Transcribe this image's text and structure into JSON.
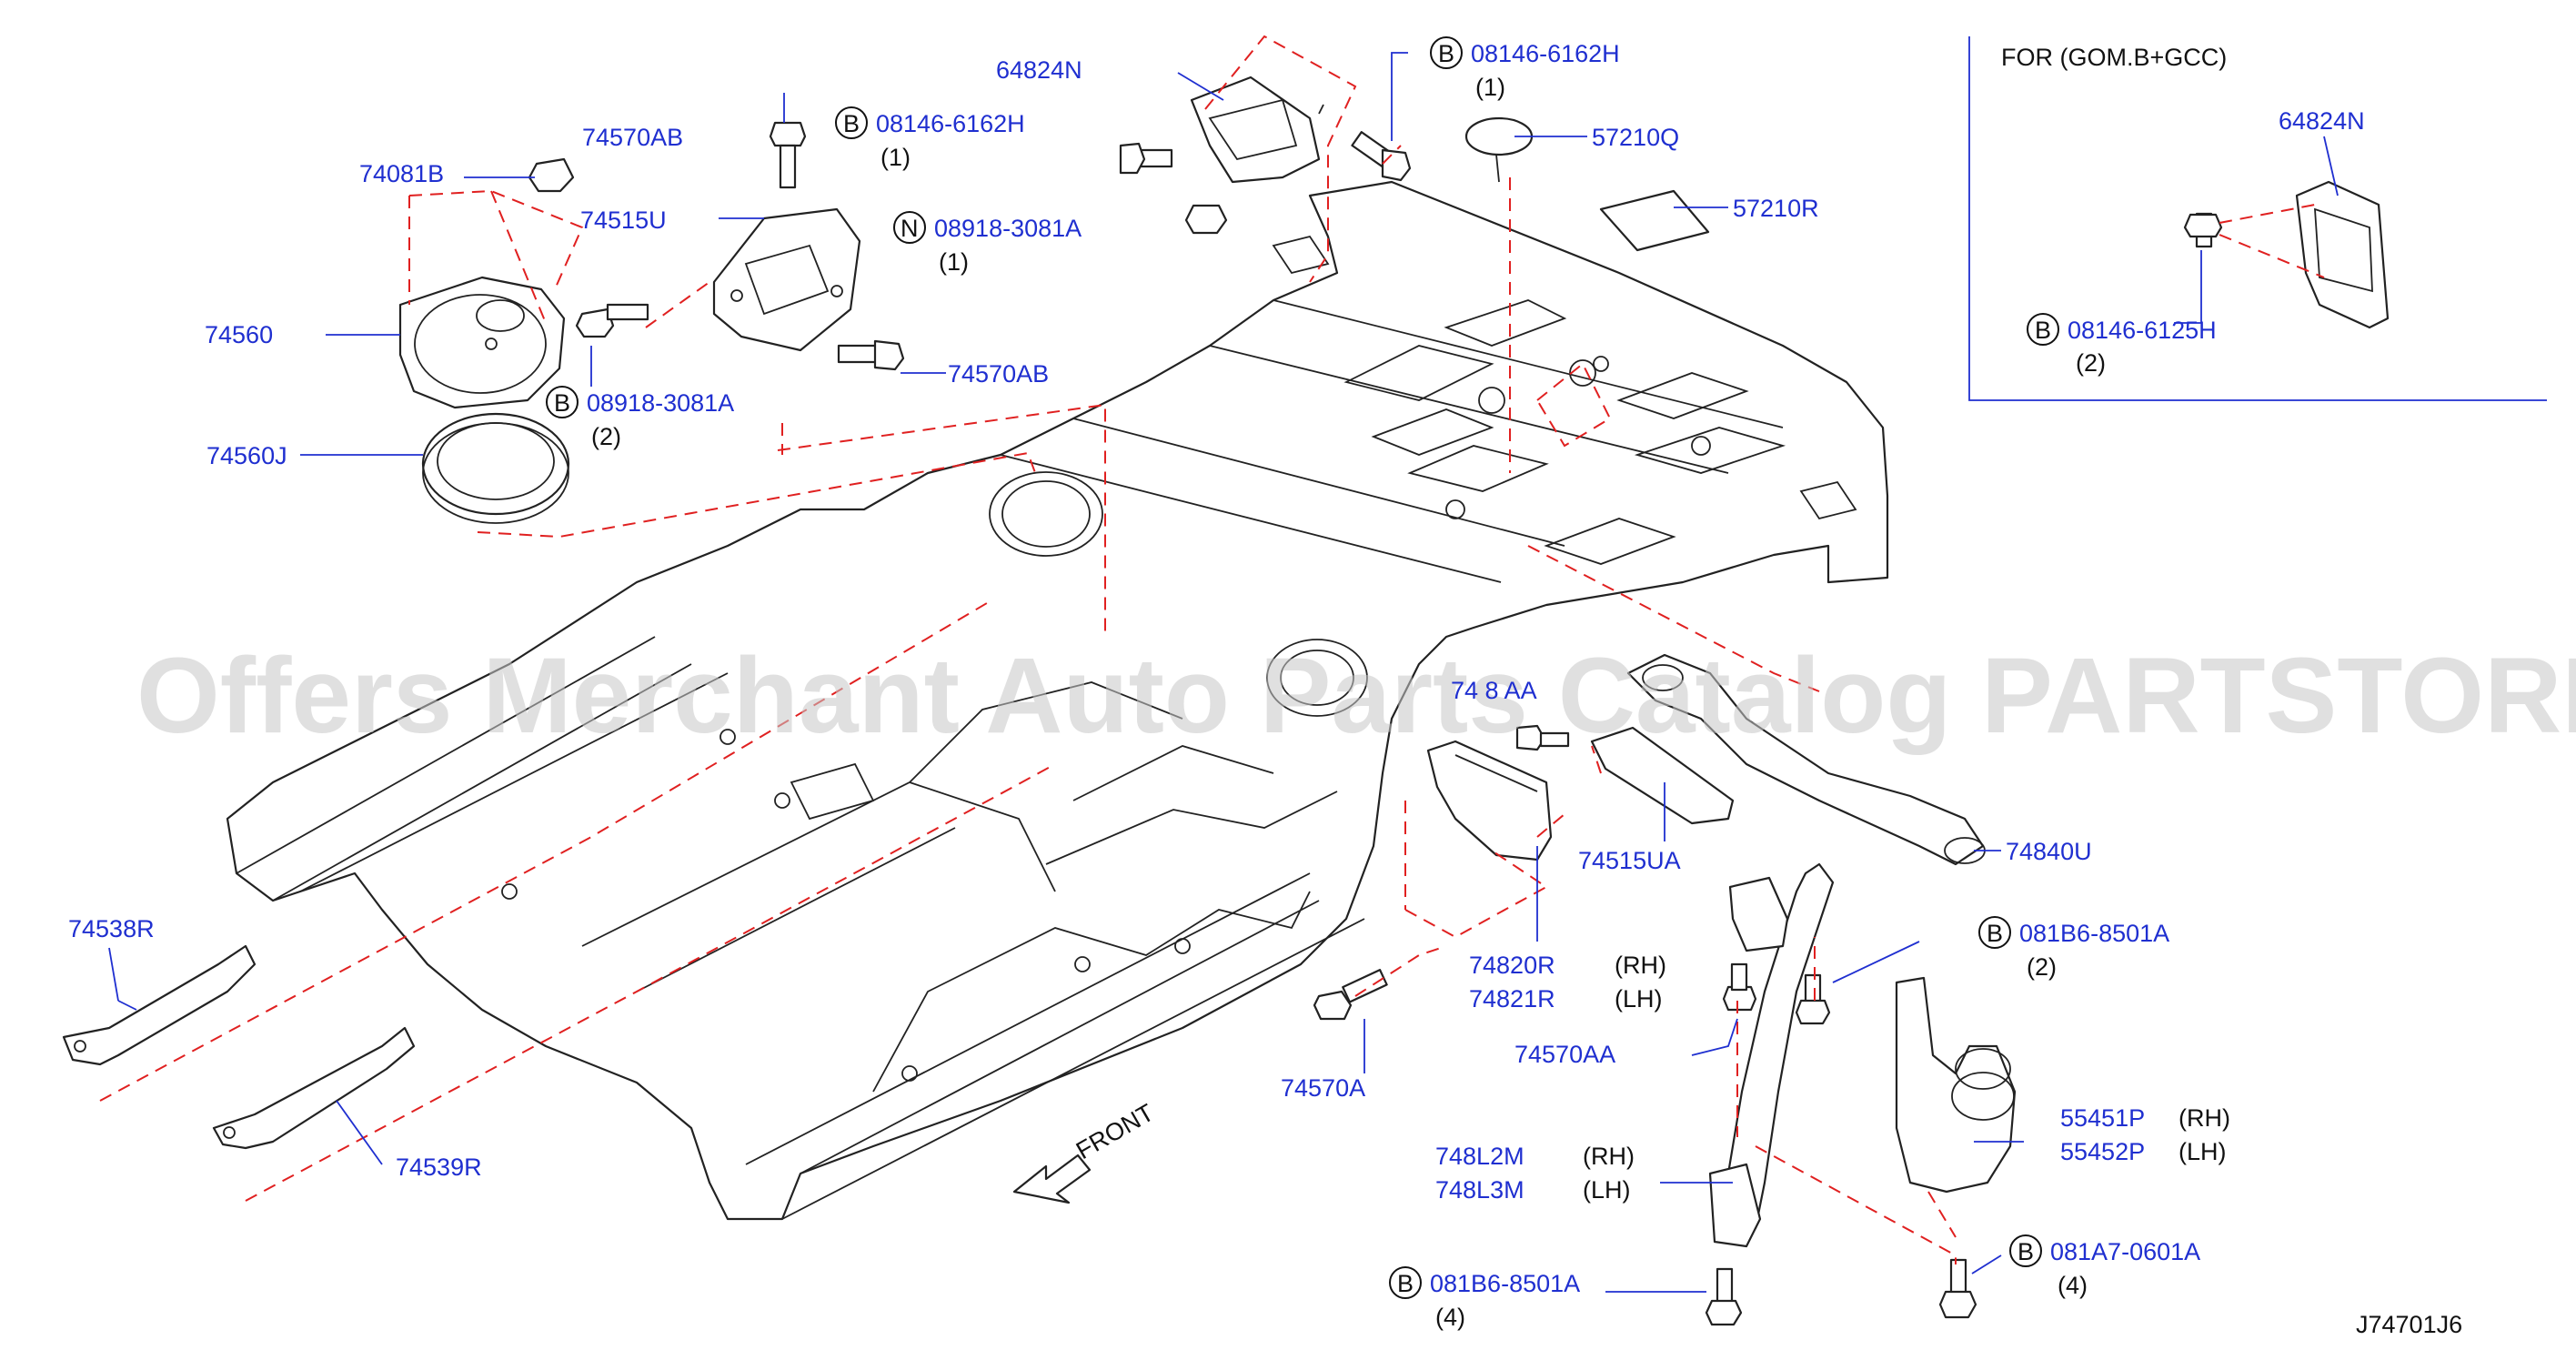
{
  "watermark": "Offers Merchant Auto Parts Catalog PARTSTORE.SA",
  "diagram_code": "J74701J6",
  "front_label": "FRONT",
  "inset": {
    "title": "FOR   (GOM.B+GCC)"
  },
  "parts": {
    "p74081B": "74081B",
    "p74570AB_top": "74570AB",
    "p74515U": "74515U",
    "p74560": "74560",
    "p74560J": "74560J",
    "p74570AB_mid": "74570AB",
    "p64824N": "64824N",
    "p57210Q": "57210Q",
    "p57210R": "57210R",
    "p74538R": "74538R",
    "p74539R": "74539R",
    "p74570A": "74570A",
    "p74820R": "74820R",
    "p74821R": "74821R",
    "p748xxAA": "74 8 AA",
    "p74515UA": "74515UA",
    "p74840U": "74840U",
    "p74570AA": "74570AA",
    "p748L2M": "748L2M",
    "p748L3M": "748L3M",
    "p55451P": "55451P",
    "p55452P": "55452P",
    "inset_64824N": "64824N"
  },
  "fasteners": {
    "f1": {
      "prefix": "B",
      "code": "08146-6162H",
      "qty": "(1)"
    },
    "f2": {
      "prefix": "N",
      "code": "08918-3081A",
      "qty": "(1)"
    },
    "f3": {
      "prefix": "B",
      "code": "08918-3081A",
      "qty": "(2)"
    },
    "f4": {
      "prefix": "B",
      "code": "08146-6162H",
      "qty": "(1)"
    },
    "f5": {
      "prefix": "B",
      "code": "081B6-8501A",
      "qty": "(2)"
    },
    "f6": {
      "prefix": "B",
      "code": "081A7-0601A",
      "qty": "(4)"
    },
    "f7": {
      "prefix": "B",
      "code": "081B6-8501A",
      "qty": "(4)"
    },
    "f8": {
      "prefix": "B",
      "code": "08146-6125H",
      "qty": "(2)"
    }
  },
  "sides": {
    "rh": "(RH)",
    "lh": "(LH)"
  }
}
